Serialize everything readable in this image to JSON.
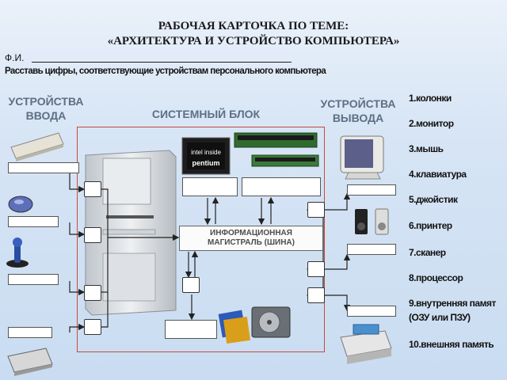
{
  "header": {
    "title_line1": "РАБОЧАЯ КАРТОЧКА ПО ТЕМЕ:",
    "title_line2": "«АРХИТЕКТУРА И УСТРОЙСТВО КОМПЬЮТЕРА»",
    "fio_label": "Ф.И.",
    "instruction": "Расставь цифры, соответствующие устройствам персонального компьютера"
  },
  "diagram": {
    "input_label_line1": "УСТРОЙСТВА",
    "input_label_line2": "ВВОДА",
    "system_unit_label": "СИСТЕМНЫЙ БЛОК",
    "output_label_line1": "УСТРОЙСТВА",
    "output_label_line2": "ВЫВОДА",
    "bus_label_line1": "ИНФОРМАЦИОННАЯ",
    "bus_label_line2": "МАГИСТРАЛЬ (ШИНА)",
    "cpu_logo_line1": "intel inside",
    "cpu_logo_line2": "pentium"
  },
  "legend": [
    "1.колонки",
    "2.монитор",
    "3.мышь",
    "4.клавиатура",
    "5.джойстик",
    "6.принтер",
    "7.сканер",
    "8.процессор",
    "9.внутренняя памят",
    "(ОЗУ или ПЗУ)",
    "10.внешняя память"
  ]
}
